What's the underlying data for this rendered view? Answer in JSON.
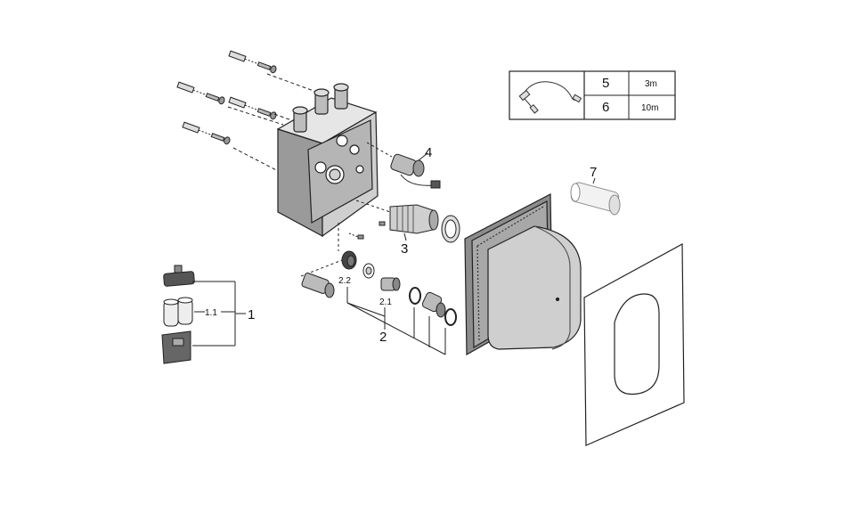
{
  "labels": {
    "p1": "1",
    "p1_1": "1.1",
    "p2": "2",
    "p2_1": "2.1",
    "p2_2": "2.2",
    "p3": "3",
    "p4": "4",
    "p7": "7"
  },
  "cable_table": {
    "rows": [
      {
        "part": "5",
        "length": "3m"
      },
      {
        "part": "6",
        "length": "10m"
      }
    ]
  }
}
